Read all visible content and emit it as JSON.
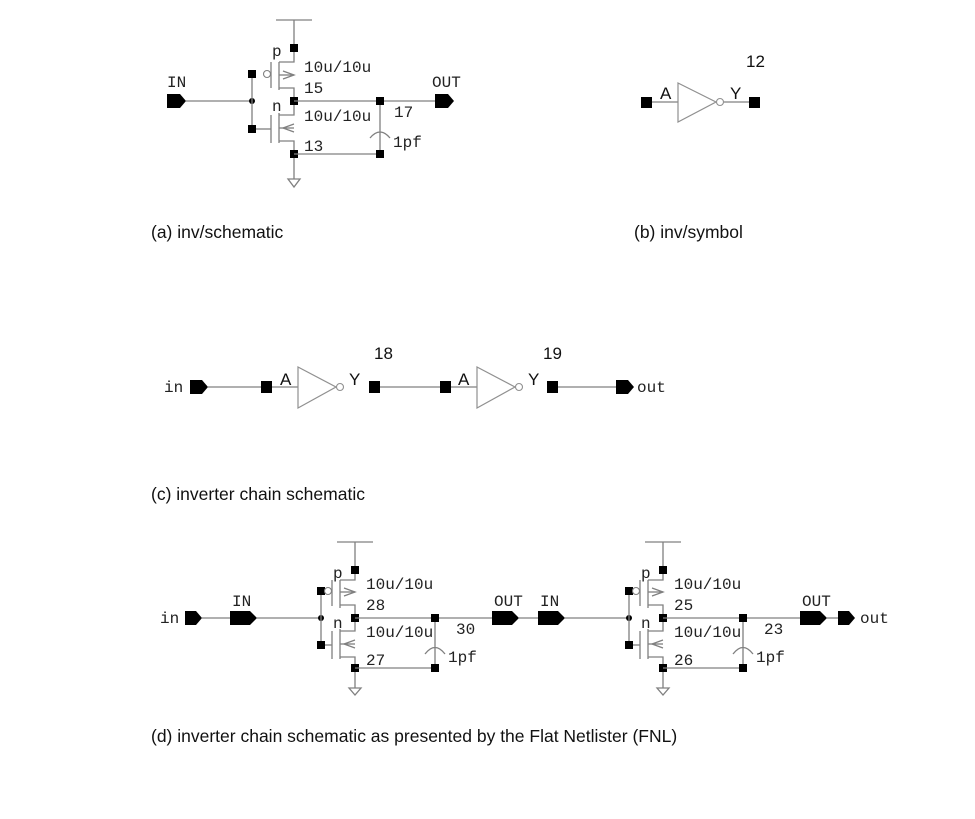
{
  "captions": {
    "a": "(a) inv/schematic",
    "b": "(b) inv/symbol",
    "c": "(c) inverter chain schematic",
    "d": "(d) inverter chain schematic as presented by the Flat Netlister (FNL)"
  },
  "schematic_a": {
    "in_port": "IN",
    "out_port": "OUT",
    "pmos_type": "p",
    "pmos_size": "10u/10u",
    "pmos_node": "15",
    "nmos_type": "n",
    "nmos_size": "10u/10u",
    "nmos_node": "13",
    "out_node": "17",
    "cap_value": "1pf"
  },
  "symbol_b": {
    "instance_id": "12",
    "pin_in": "A",
    "pin_out": "Y"
  },
  "chain_c": {
    "in_port": "in",
    "out_port": "out",
    "inv1": {
      "id": "18",
      "pin_in": "A",
      "pin_out": "Y"
    },
    "inv2": {
      "id": "19",
      "pin_in": "A",
      "pin_out": "Y"
    }
  },
  "fnl_d": {
    "in_port": "in",
    "out_port": "out",
    "stage1": {
      "in_port": "IN",
      "out_port": "OUT",
      "pmos_type": "p",
      "pmos_size": "10u/10u",
      "pmos_node": "28",
      "nmos_type": "n",
      "nmos_size": "10u/10u",
      "nmos_node": "27",
      "out_node": "30",
      "cap_value": "1pf"
    },
    "stage2": {
      "in_port": "IN",
      "out_port": "OUT",
      "pmos_type": "p",
      "pmos_size": "10u/10u",
      "pmos_node": "25",
      "nmos_type": "n",
      "nmos_size": "10u/10u",
      "nmos_node": "26",
      "out_node": "23",
      "cap_value": "1pf"
    }
  }
}
